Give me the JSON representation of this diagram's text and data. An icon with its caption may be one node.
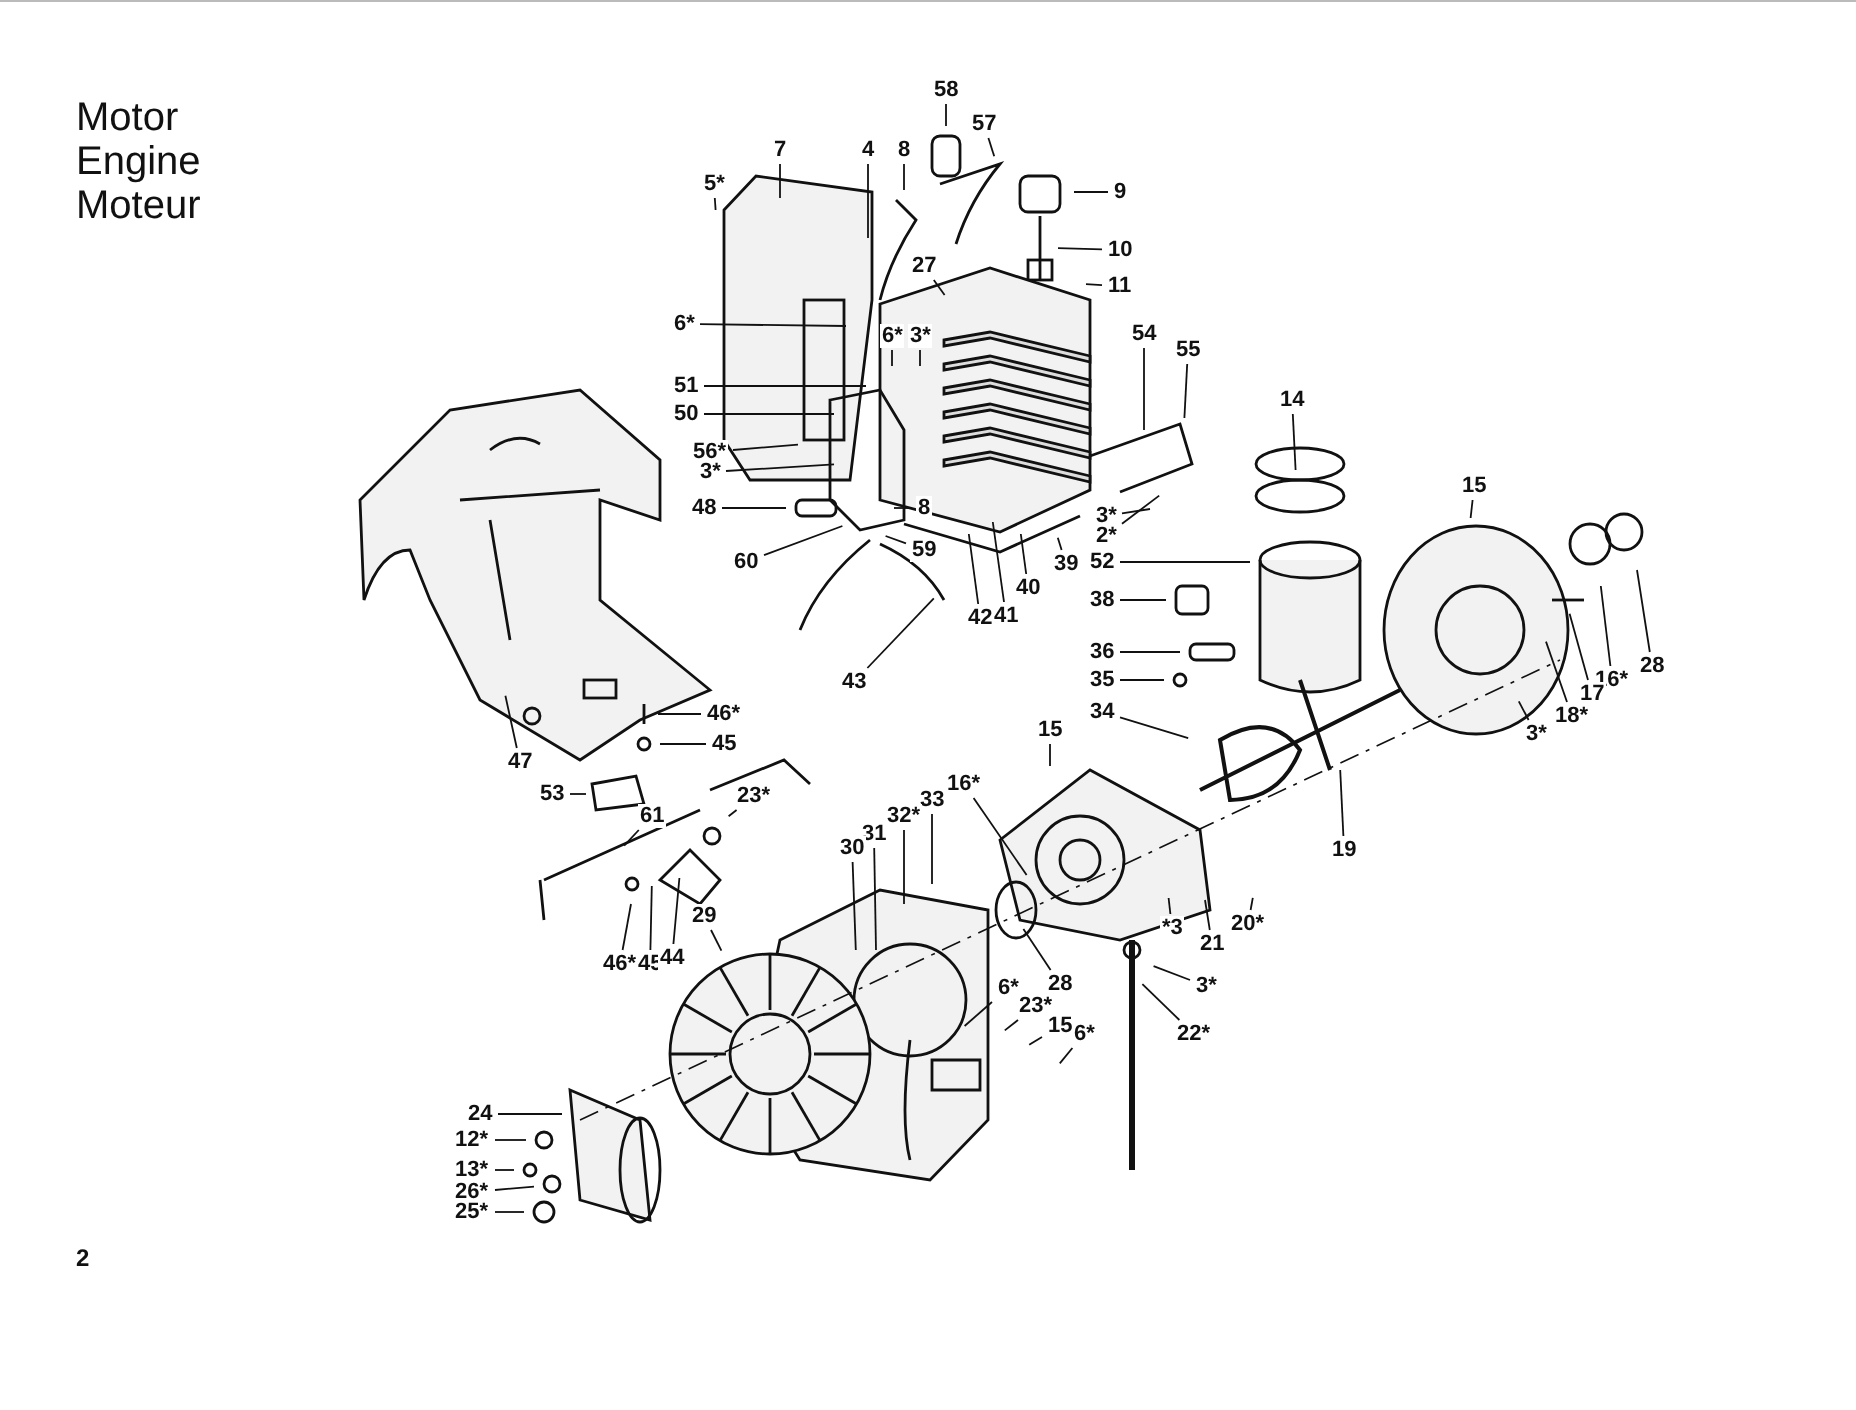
{
  "diagram": {
    "title": "Motor Engine Moteur",
    "nodes": [
      {
        "text": [
          "58"
        ]
      },
      {
        "text": [
          "8"
        ]
      },
      {
        "text": [
          "57"
        ]
      },
      {
        "text": [
          "7"
        ]
      },
      {
        "text": [
          "4"
        ]
      },
      {
        "text": [
          "5*"
        ]
      },
      {
        "text": [
          "9"
        ]
      },
      {
        "text": [
          "10"
        ]
      },
      {
        "text": [
          "11"
        ]
      },
      {
        "text": [
          "27"
        ]
      },
      {
        "text": [
          "6*"
        ]
      },
      {
        "text": [
          "6*"
        ]
      },
      {
        "text": [
          "3*"
        ]
      },
      {
        "text": [
          "54"
        ]
      },
      {
        "text": [
          "55"
        ]
      },
      {
        "text": [
          "51"
        ]
      },
      {
        "text": [
          "50"
        ]
      },
      {
        "text": [
          "56*"
        ]
      },
      {
        "text": [
          "3*"
        ]
      },
      {
        "text": [
          "48"
        ]
      },
      {
        "text": [
          "8"
        ]
      },
      {
        "text": [
          "60"
        ]
      },
      {
        "text": [
          "59"
        ]
      },
      {
        "text": [
          "43"
        ]
      },
      {
        "text": [
          "42"
        ]
      },
      {
        "text": [
          "41"
        ]
      },
      {
        "text": [
          "40"
        ]
      },
      {
        "text": [
          "39"
        ]
      },
      {
        "text": [
          "3*"
        ]
      },
      {
        "text": [
          "2*"
        ]
      },
      {
        "text": [
          "14"
        ]
      },
      {
        "text": [
          "52"
        ]
      },
      {
        "text": [
          "15"
        ]
      },
      {
        "text": [
          "38"
        ]
      },
      {
        "text": [
          "36"
        ]
      },
      {
        "text": [
          "35"
        ]
      },
      {
        "text": [
          "34"
        ]
      },
      {
        "text": [
          "16*"
        ]
      },
      {
        "text": [
          "28"
        ]
      },
      {
        "text": [
          "17"
        ]
      },
      {
        "text": [
          "18*"
        ]
      },
      {
        "text": [
          "3*"
        ]
      },
      {
        "text": [
          "19"
        ]
      },
      {
        "text": [
          "46*"
        ]
      },
      {
        "text": [
          "45"
        ]
      },
      {
        "text": [
          "47"
        ]
      },
      {
        "text": [
          "53"
        ]
      },
      {
        "text": [
          "61"
        ]
      },
      {
        "text": [
          "23*"
        ]
      },
      {
        "text": [
          "15"
        ]
      },
      {
        "text": [
          "16*"
        ]
      },
      {
        "text": [
          "33"
        ]
      },
      {
        "text": [
          "32*"
        ]
      },
      {
        "text": [
          "31"
        ]
      },
      {
        "text": [
          "30"
        ]
      },
      {
        "text": [
          "46*"
        ]
      },
      {
        "text": [
          "45"
        ]
      },
      {
        "text": [
          "44"
        ]
      },
      {
        "text": [
          "29"
        ]
      },
      {
        "text": [
          "28"
        ]
      },
      {
        "text": [
          "*3"
        ]
      },
      {
        "text": [
          "21"
        ]
      },
      {
        "text": [
          "20*"
        ]
      },
      {
        "text": [
          "3*"
        ]
      },
      {
        "text": [
          "6*"
        ]
      },
      {
        "text": [
          "23*"
        ]
      },
      {
        "text": [
          "15"
        ]
      },
      {
        "text": [
          "6*"
        ]
      },
      {
        "text": [
          "22*"
        ]
      },
      {
        "text": [
          "24"
        ]
      },
      {
        "text": [
          "12*"
        ]
      },
      {
        "text": [
          "13*"
        ]
      },
      {
        "text": [
          "26*"
        ]
      },
      {
        "text": [
          "25*"
        ]
      }
    ],
    "edges": [
      {
        "from": 0,
        "to": null,
        "arrow": "none"
      },
      {
        "from": 1,
        "to": null,
        "arrow": "none"
      },
      {
        "from": 2,
        "to": null,
        "arrow": "none"
      },
      {
        "from": 3,
        "to": null,
        "arrow": "none"
      },
      {
        "from": 4,
        "to": null,
        "arrow": "none"
      },
      {
        "from": 5,
        "to": null,
        "arrow": "none"
      },
      {
        "from": 6,
        "to": null,
        "arrow": "none"
      },
      {
        "from": 7,
        "to": null,
        "arrow": "none"
      },
      {
        "from": 8,
        "to": null,
        "arrow": "none"
      },
      {
        "from": 9,
        "to": null,
        "arrow": "none"
      },
      {
        "from": 10,
        "to": null,
        "arrow": "none"
      },
      {
        "from": 11,
        "to": null,
        "arrow": "none"
      },
      {
        "from": 12,
        "to": null,
        "arrow": "none"
      },
      {
        "from": 13,
        "to": null,
        "arrow": "none"
      },
      {
        "from": 14,
        "to": null,
        "arrow": "none"
      },
      {
        "from": 15,
        "to": null,
        "arrow": "none"
      },
      {
        "from": 16,
        "to": null,
        "arrow": "none"
      },
      {
        "from": 17,
        "to": null,
        "arrow": "none"
      },
      {
        "from": 18,
        "to": null,
        "arrow": "none"
      },
      {
        "from": 19,
        "to": null,
        "arrow": "none"
      },
      {
        "from": 20,
        "to": null,
        "arrow": "none"
      },
      {
        "from": 21,
        "to": null,
        "arrow": "none"
      },
      {
        "from": 22,
        "to": null,
        "arrow": "none"
      },
      {
        "from": 23,
        "to": null,
        "arrow": "none"
      },
      {
        "from": 24,
        "to": null,
        "arrow": "none"
      },
      {
        "from": 25,
        "to": null,
        "arrow": "none"
      },
      {
        "from": 26,
        "to": null,
        "arrow": "none"
      },
      {
        "from": 27,
        "to": null,
        "arrow": "none"
      },
      {
        "from": 28,
        "to": null,
        "arrow": "none"
      },
      {
        "from": 29,
        "to": null,
        "arrow": "none"
      },
      {
        "from": 30,
        "to": null,
        "arrow": "none"
      },
      {
        "from": 31,
        "to": null,
        "arrow": "none"
      },
      {
        "from": 32,
        "to": null,
        "arrow": "none"
      },
      {
        "from": 33,
        "to": null,
        "arrow": "none"
      },
      {
        "from": 34,
        "to": null,
        "arrow": "none"
      },
      {
        "from": 35,
        "to": null,
        "arrow": "none"
      },
      {
        "from": 36,
        "to": null,
        "arrow": "none"
      },
      {
        "from": 37,
        "to": null,
        "arrow": "none"
      },
      {
        "from": 38,
        "to": null,
        "arrow": "none"
      },
      {
        "from": 39,
        "to": null,
        "arrow": "none"
      },
      {
        "from": 40,
        "to": null,
        "arrow": "none"
      },
      {
        "from": 41,
        "to": null,
        "arrow": "none"
      },
      {
        "from": 42,
        "to": null,
        "arrow": "none"
      },
      {
        "from": 43,
        "to": null,
        "arrow": "none"
      },
      {
        "from": 44,
        "to": null,
        "arrow": "none"
      },
      {
        "from": 45,
        "to": null,
        "arrow": "none"
      },
      {
        "from": 46,
        "to": null,
        "arrow": "none"
      },
      {
        "from": 47,
        "to": null,
        "arrow": "none"
      },
      {
        "from": 48,
        "to": null,
        "arrow": "none"
      },
      {
        "from": 49,
        "to": null,
        "arrow": "none"
      },
      {
        "from": 50,
        "to": null,
        "arrow": "none"
      },
      {
        "from": 51,
        "to": null,
        "arrow": "none"
      },
      {
        "from": 52,
        "to": null,
        "arrow": "none"
      },
      {
        "from": 53,
        "to": null,
        "arrow": "none"
      },
      {
        "from": 54,
        "to": null,
        "arrow": "none"
      },
      {
        "from": 55,
        "to": null,
        "arrow": "none"
      },
      {
        "from": 56,
        "to": null,
        "arrow": "none"
      },
      {
        "from": 57,
        "to": null,
        "arrow": "none"
      },
      {
        "from": 58,
        "to": null,
        "arrow": "none"
      },
      {
        "from": 59,
        "to": null,
        "arrow": "none"
      },
      {
        "from": 60,
        "to": null,
        "arrow": "none"
      },
      {
        "from": 61,
        "to": null,
        "arrow": "none"
      },
      {
        "from": 62,
        "to": null,
        "arrow": "none"
      },
      {
        "from": 63,
        "to": null,
        "arrow": "none"
      },
      {
        "from": 64,
        "to": null,
        "arrow": "none"
      },
      {
        "from": 65,
        "to": null,
        "arrow": "none"
      },
      {
        "from": 66,
        "to": null,
        "arrow": "none"
      },
      {
        "from": 67,
        "to": null,
        "arrow": "none"
      },
      {
        "from": 68,
        "to": null,
        "arrow": "none"
      },
      {
        "from": 69,
        "to": null,
        "arrow": "none"
      },
      {
        "from": 70,
        "to": null,
        "arrow": "none"
      },
      {
        "from": 71,
        "to": null,
        "arrow": "none"
      },
      {
        "from": 72,
        "to": null,
        "arrow": "none"
      },
      {
        "from": 73,
        "to": null,
        "arrow": "none"
      }
    ],
    "labels": [
      "2"
    ]
  }
}
